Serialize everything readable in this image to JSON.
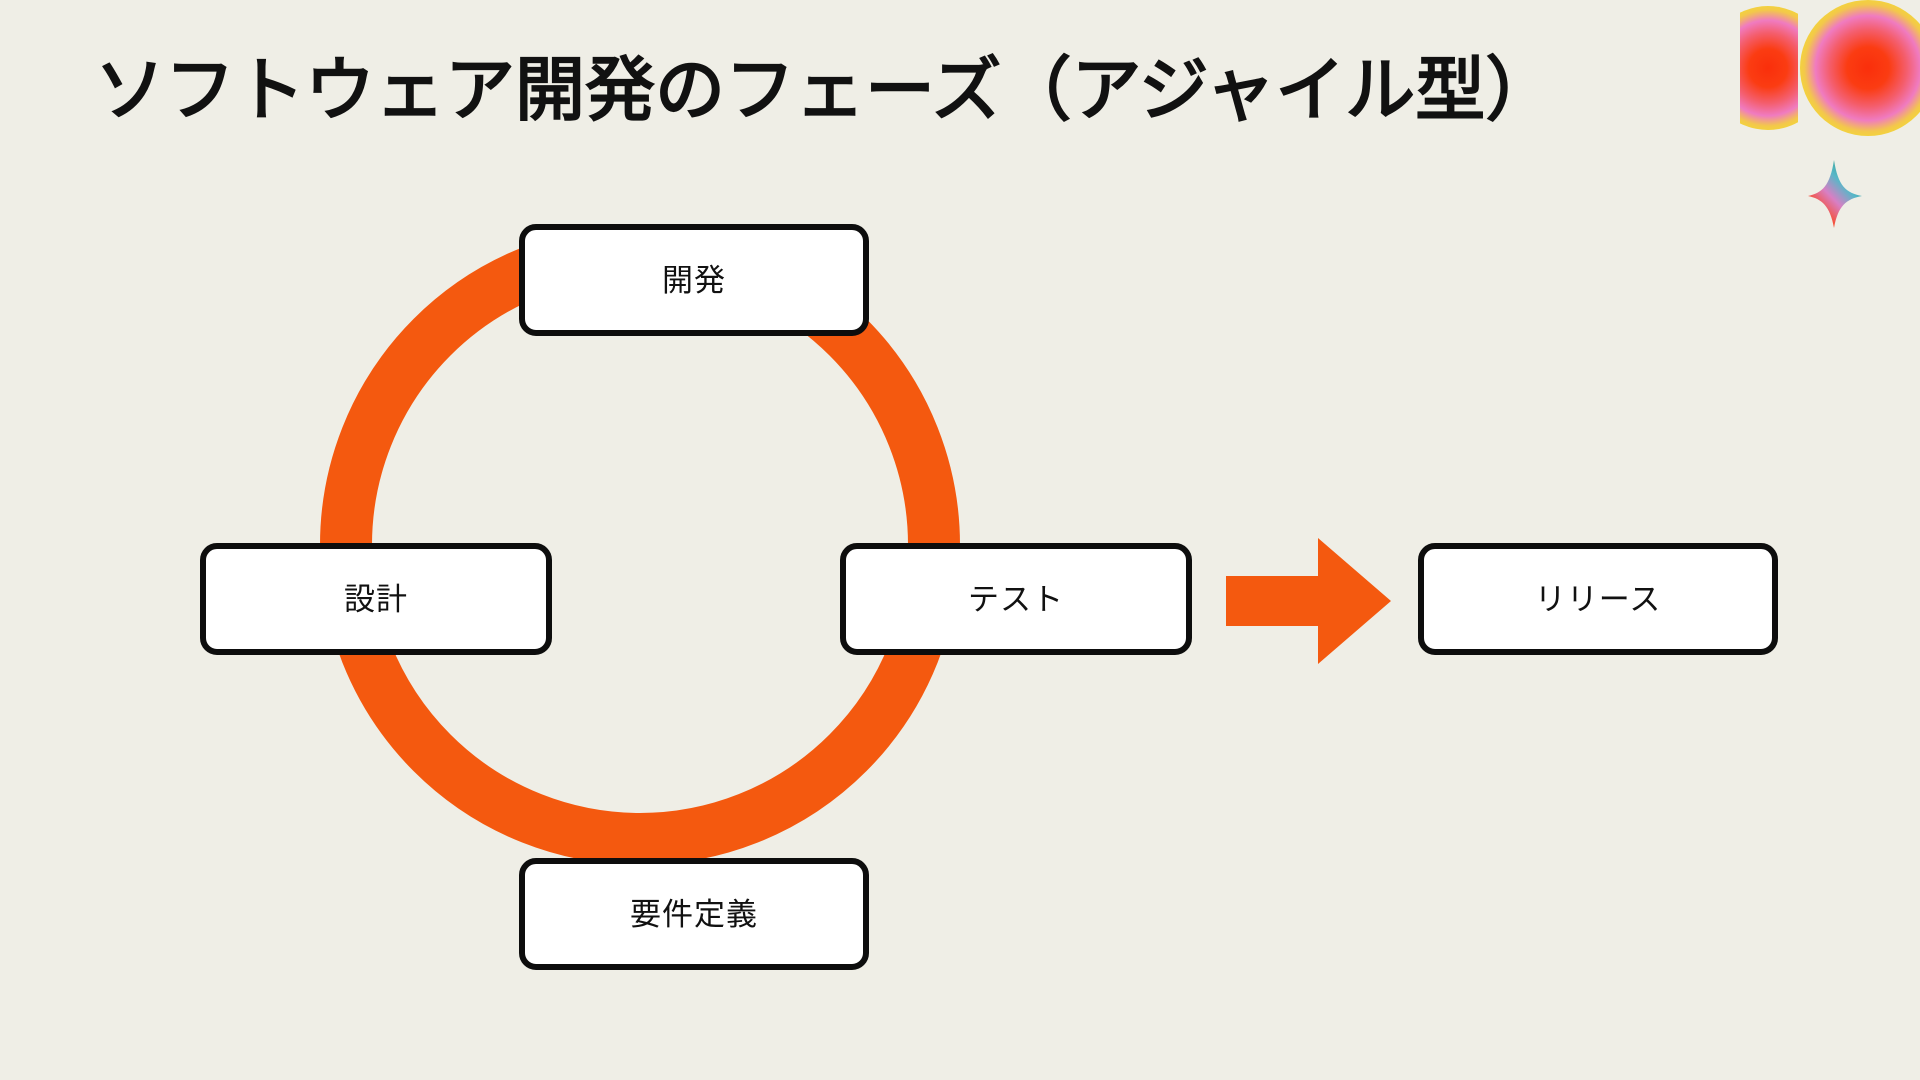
{
  "slide": {
    "title": "ソフトウェア開発のフェーズ（アジャイル型）",
    "background_color": "#EFEEE6",
    "accent_color": "#F4590F",
    "box_border_color": "#0D0D0D",
    "box_fill_color": "#FFFFFF",
    "text_color": "#111111"
  },
  "cycle": {
    "name": "agile-development-cycle",
    "phases": [
      {
        "id": "dev",
        "label": "開発",
        "position": "top"
      },
      {
        "id": "test",
        "label": "テスト",
        "position": "right"
      },
      {
        "id": "req",
        "label": "要件定義",
        "position": "bottom"
      },
      {
        "id": "design",
        "label": "設計",
        "position": "left"
      }
    ],
    "ring_color": "#F4590F"
  },
  "outcome": {
    "arrow": {
      "name": "right-arrow-icon",
      "color": "#F4590F",
      "direction": "right"
    },
    "box": {
      "id": "release",
      "label": "リリース"
    }
  },
  "decoration": {
    "name": "gradient-circles-and-sparkle",
    "circle_gradient": [
      "#FA3A14",
      "#F06EA8",
      "#F2DF3A"
    ],
    "sparkle_gradient": [
      "#2FA88A",
      "#F2473C"
    ]
  }
}
